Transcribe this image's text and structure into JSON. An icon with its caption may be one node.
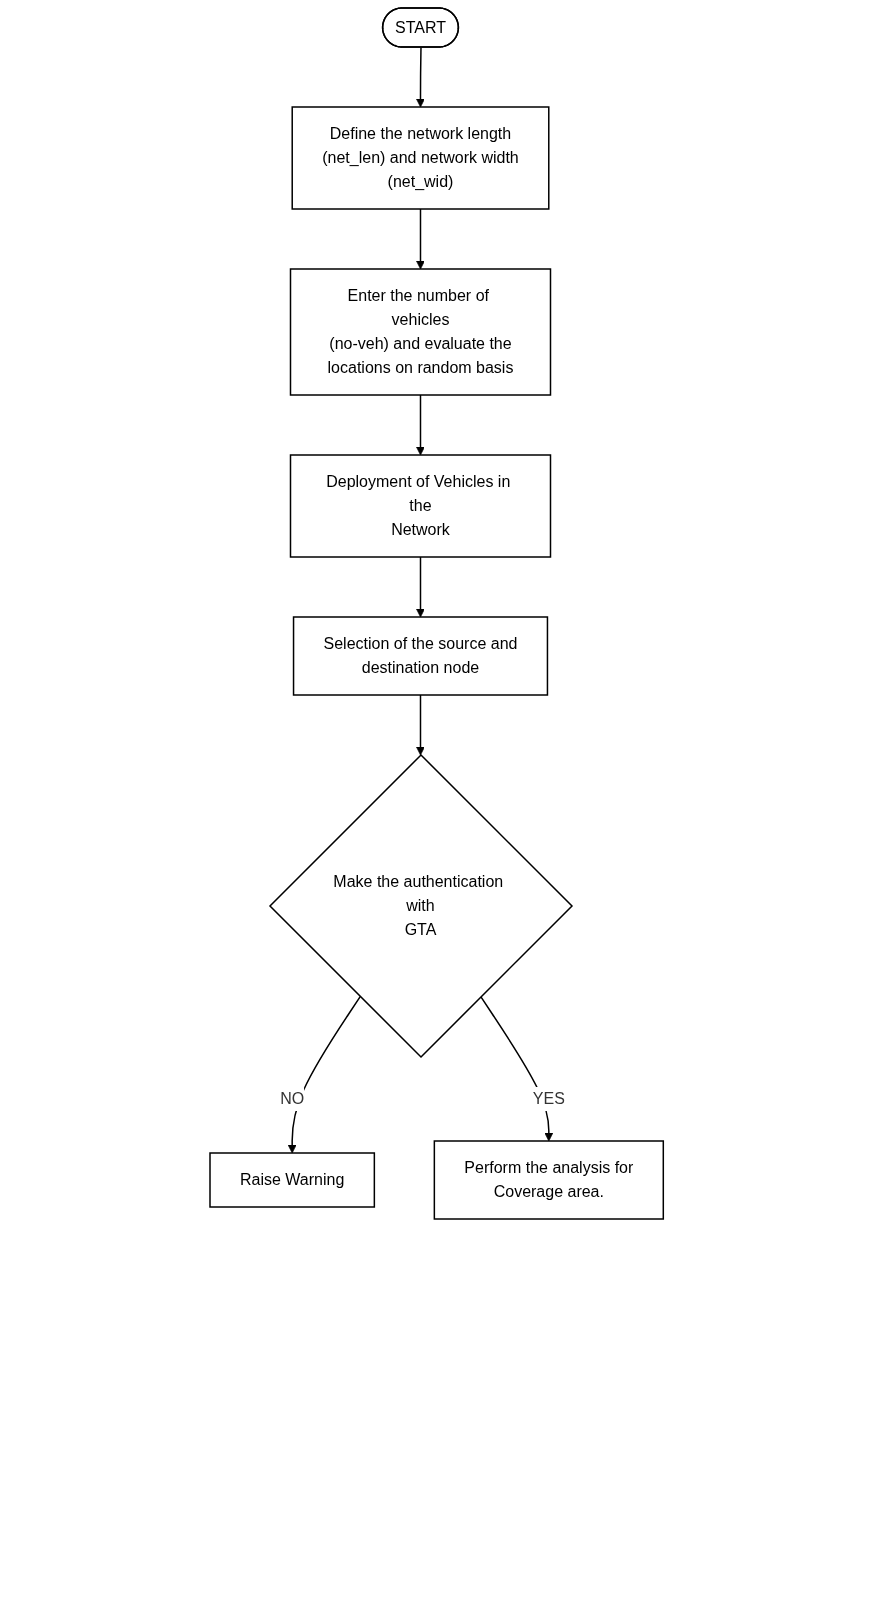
{
  "diagram": {
    "nodes": [
      {
        "text": [
          "START"
        ]
      },
      {
        "text": [
          "Define the network length (net_len) and network width (net_wid)"
        ]
      },
      {
        "text": [
          "Enter the number of vehicles (no-veh) and evaluate the locations on random basis"
        ]
      },
      {
        "text": [
          "Deployment of Vehicles in the Network"
        ]
      },
      {
        "text": [
          "Selection of the source and destination node"
        ]
      },
      {
        "text": [
          "Make the authentication with GTA"
        ]
      },
      {
        "text": [
          "Raise Warning"
        ]
      },
      {
        "text": [
          "Perform the analysis for Coverage area."
        ]
      }
    ],
    "edges": [
      {
        "from": 0,
        "to": 1,
        "arrow": "to"
      },
      {
        "from": 1,
        "to": 2,
        "arrow": "to"
      },
      {
        "from": 2,
        "to": 3,
        "arrow": "to"
      },
      {
        "from": 3,
        "to": 4,
        "arrow": "to"
      },
      {
        "from": 4,
        "to": 5,
        "arrow": "to"
      },
      {
        "from": 5,
        "to": 6,
        "label": "NO",
        "arrow": "to"
      },
      {
        "from": 5,
        "to": 7,
        "label": "YES",
        "arrow": "to"
      }
    ]
  }
}
